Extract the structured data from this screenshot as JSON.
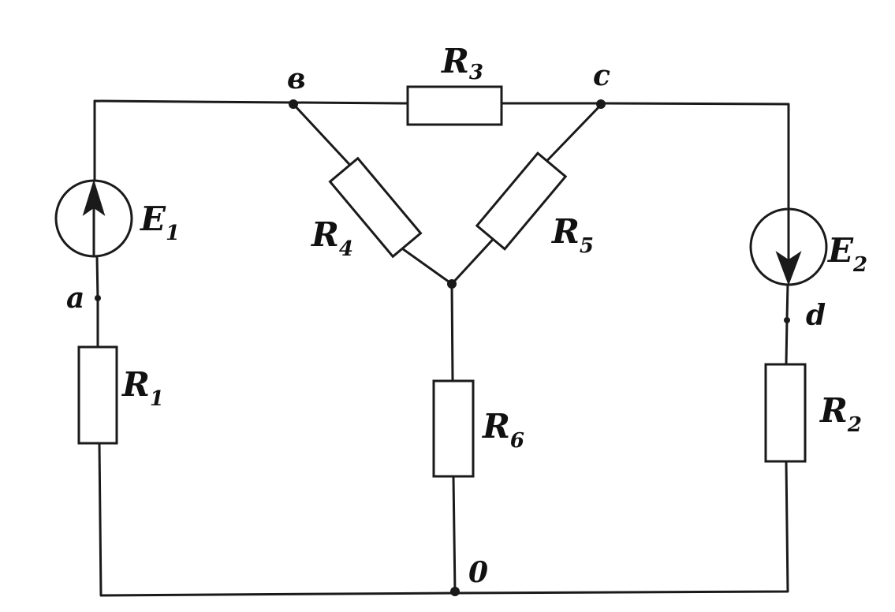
{
  "components": {
    "R3": {
      "letter": "R",
      "sub": "3"
    },
    "R4": {
      "letter": "R",
      "sub": "4"
    },
    "R5": {
      "letter": "R",
      "sub": "5"
    },
    "R1": {
      "letter": "R",
      "sub": "1"
    },
    "R6": {
      "letter": "R",
      "sub": "6"
    },
    "R2": {
      "letter": "R",
      "sub": "2"
    },
    "E1": {
      "letter": "E",
      "sub": "1"
    },
    "E2": {
      "letter": "E",
      "sub": "2"
    }
  },
  "nodes": {
    "b": "в",
    "c": "c",
    "a": "a",
    "d": "d",
    "zero": "0"
  }
}
